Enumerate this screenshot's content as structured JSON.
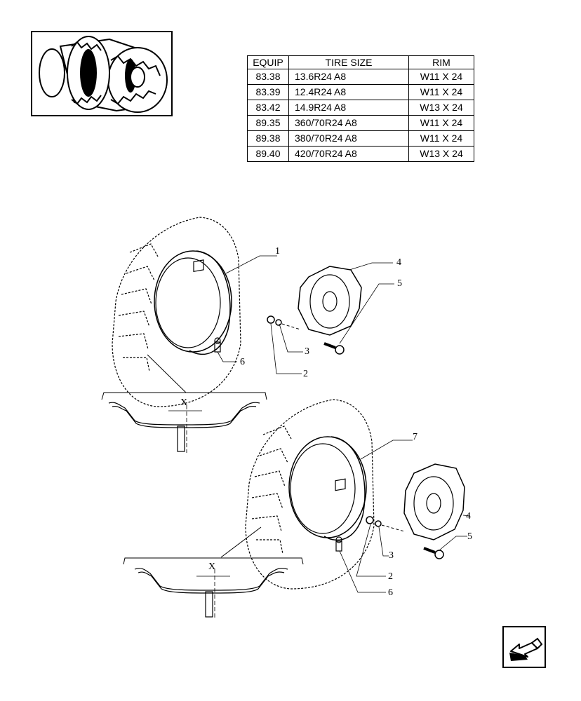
{
  "table": {
    "headers": [
      "EQUIP",
      "TIRE SIZE",
      "RIM"
    ],
    "rows": [
      [
        "83.38",
        "13.6R24 A8",
        "W11 X 24"
      ],
      [
        "83.39",
        "12.4R24 A8",
        "W11 X 24"
      ],
      [
        "83.42",
        "14.9R24 A8",
        "W13 X 24"
      ],
      [
        "89.35",
        "360/70R24 A8",
        "W11 X 24"
      ],
      [
        "89.38",
        "380/70R24 A8",
        "W11 X 24"
      ],
      [
        "89.40",
        "420/70R24 A8",
        "W13 X 24"
      ]
    ]
  },
  "callouts": {
    "upper": {
      "rim": "1",
      "nut": "2",
      "washer": "3",
      "disc": "4",
      "bolt": "5",
      "valve": "6"
    },
    "lower": {
      "rim": "7",
      "nut": "2",
      "washer": "3",
      "disc": "4",
      "bolt": "5",
      "valve": "6"
    }
  },
  "section": {
    "offset_label": "X"
  },
  "icons": {
    "nav": "next-page-arrow-icon",
    "thumbnail": "tractor-rear-wheel-thumbnail"
  }
}
